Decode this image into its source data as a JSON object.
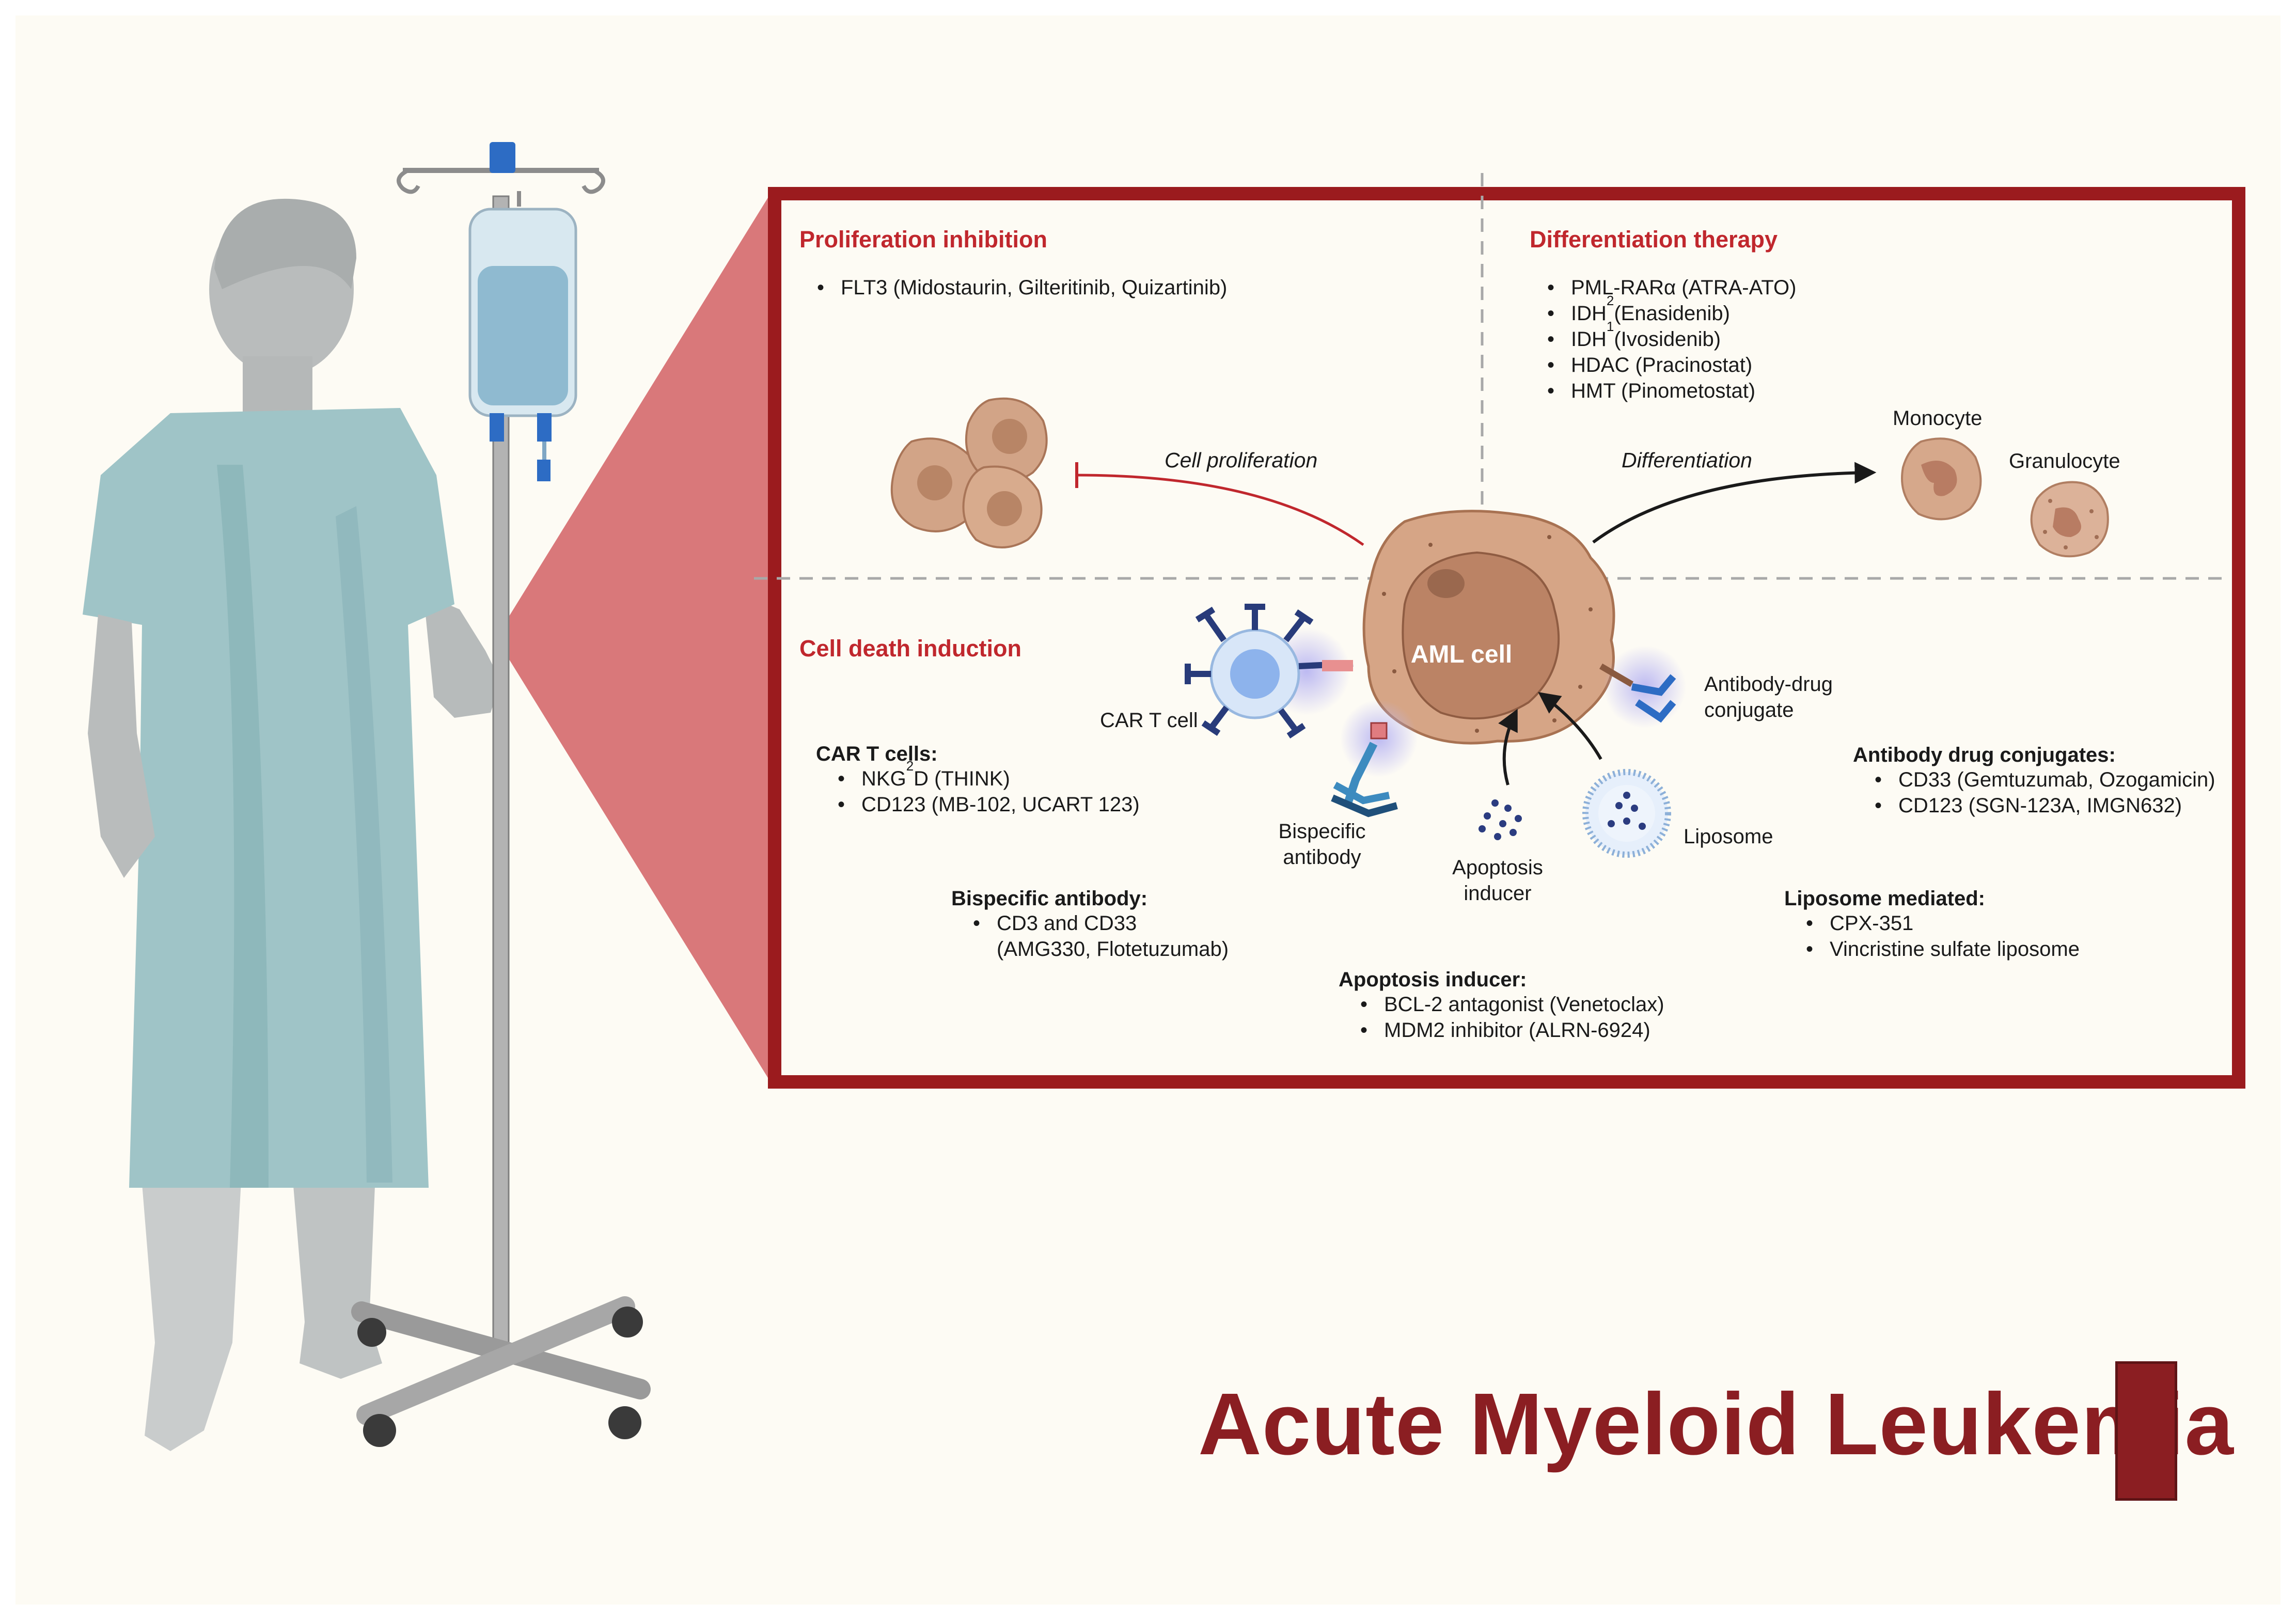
{
  "title": "Acute Myeloid Leukemia",
  "colors": {
    "background": "#fdfbf4",
    "frame": "#9b1b1e",
    "heading": "#c0272d",
    "title": "#8b1e22",
    "cell": "#d4a485",
    "gown": "#9dc3c6"
  },
  "quadrants": {
    "proliferation": {
      "heading": "Proliferation inhibition",
      "items": [
        "FLT3 (Midostaurin, Gilteritinib, Quizartinib)"
      ]
    },
    "differentiation": {
      "heading": "Differentiation therapy",
      "items": [
        {
          "pre": "PML-RARα (ATRA-ATO)",
          "sub": "",
          "post": ""
        },
        {
          "pre": "IDH",
          "sub": "2",
          "post": " (Enasidenib)"
        },
        {
          "pre": "IDH",
          "sub": "1",
          "post": " (Ivosidenib)"
        },
        {
          "pre": "HDAC (Pracinostat)",
          "sub": "",
          "post": ""
        },
        {
          "pre": "HMT (Pinometostat)",
          "sub": "",
          "post": ""
        }
      ]
    },
    "cell_death": {
      "heading": "Cell death induction"
    }
  },
  "arrows": {
    "cell_proliferation": "Cell proliferation",
    "differentiation": "Differentiation"
  },
  "cells": {
    "aml": "AML cell",
    "monocyte": "Monocyte",
    "granulocyte": "Granulocyte"
  },
  "agents": {
    "car_t": "CAR T cell",
    "bispecific": "Bispecific antibody",
    "apoptosis": "Apoptosis inducer",
    "liposome": "Liposome",
    "adc": "Antibody-drug conjugate"
  },
  "agents_lines": {
    "bispecific": [
      "Bispecific",
      "antibody"
    ],
    "apoptosis": [
      "Apoptosis",
      "inducer"
    ],
    "adc": [
      "Antibody-drug",
      "conjugate"
    ]
  },
  "groups": {
    "car_t": {
      "title": "CAR T cells:",
      "items": [
        {
          "pre": "NKG",
          "sub": "2",
          "post": "D (THINK)"
        },
        {
          "pre": "CD123 (MB-102, UCART 123)",
          "sub": "",
          "post": ""
        }
      ]
    },
    "bispecific": {
      "title": "Bispecific antibody:",
      "items": [
        "CD3 and CD33",
        "(AMG330, Flotetuzumab)"
      ]
    },
    "apoptosis": {
      "title": "Apoptosis inducer:",
      "items": [
        "BCL-2 antagonist (Venetoclax)",
        "MDM2 inhibitor (ALRN-6924)"
      ]
    },
    "adc": {
      "title": "Antibody drug conjugates:",
      "items": [
        "CD33 (Gemtuzumab, Ozogamicin)",
        "CD123 (SGN-123A, IMGN632)"
      ]
    },
    "liposome": {
      "title": "Liposome mediated:",
      "items": [
        "CPX-351",
        "Vincristine sulfate liposome"
      ]
    }
  }
}
